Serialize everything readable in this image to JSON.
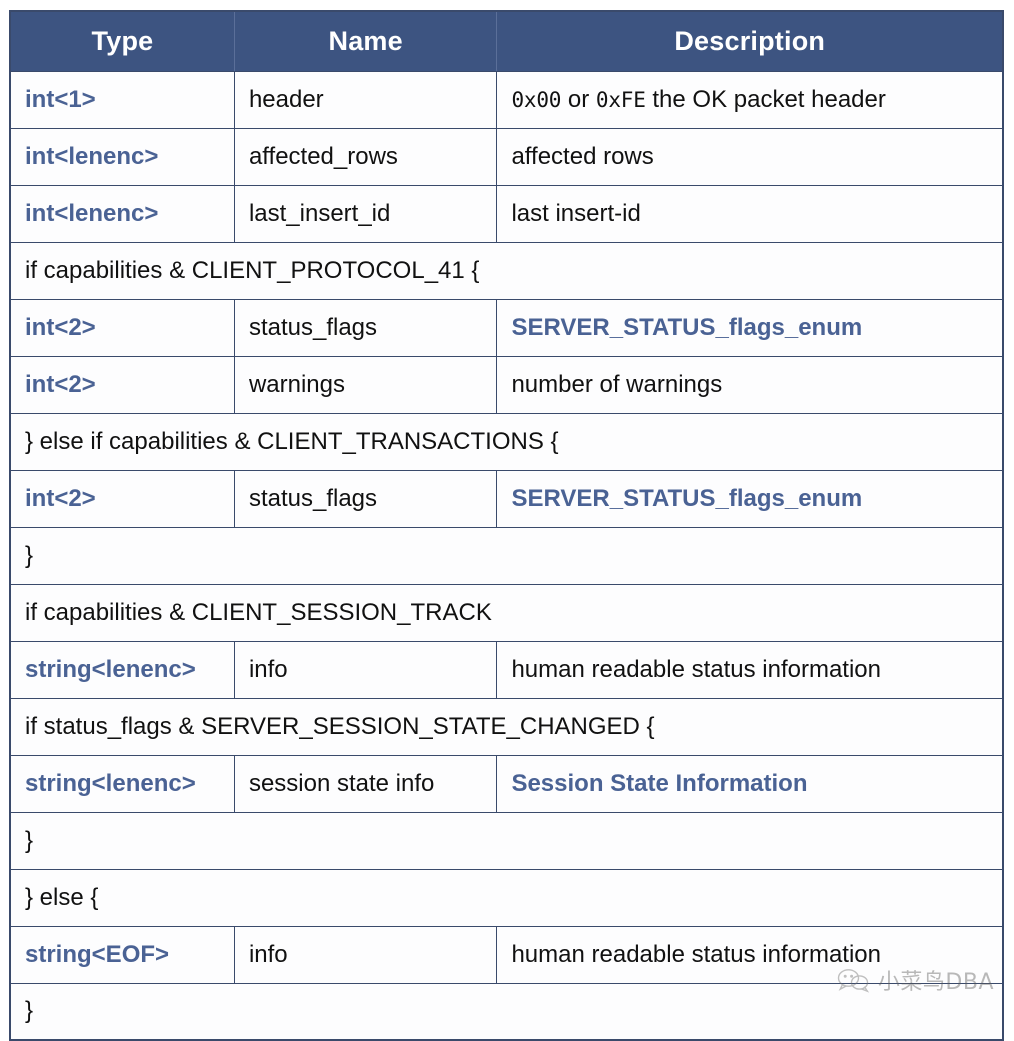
{
  "document": {
    "title": "OK_Packet structure table",
    "table": {
      "name": "ok-packet-fields-table",
      "columns": [
        "Type",
        "Name",
        "Description"
      ],
      "header_bg": "#3d5481",
      "header_fg": "#ffffff",
      "link_color": "#4a6294",
      "border_color": "#3a4a6b",
      "rows": [
        {
          "kind": "field",
          "type": "int<1>",
          "name": "header",
          "desc_parts": [
            {
              "text": "0x00",
              "style": "mono"
            },
            {
              "text": " or ",
              "style": "plain"
            },
            {
              "text": "0xFE",
              "style": "mono"
            },
            {
              "text": " the OK packet header",
              "style": "plain"
            }
          ],
          "desc": "0x00 or 0xFE the OK packet header"
        },
        {
          "kind": "field",
          "type": "int<lenenc>",
          "name": "affected_rows",
          "desc": "affected rows"
        },
        {
          "kind": "field",
          "type": "int<lenenc>",
          "name": "last_insert_id",
          "desc": "last insert-id"
        },
        {
          "kind": "span",
          "text": "if capabilities & CLIENT_PROTOCOL_41 {"
        },
        {
          "kind": "field",
          "type": "int<2>",
          "name": "status_flags",
          "desc": "SERVER_STATUS_flags_enum",
          "desc_link": true
        },
        {
          "kind": "field",
          "type": "int<2>",
          "name": "warnings",
          "desc": "number of warnings"
        },
        {
          "kind": "span",
          "text": "} else if capabilities & CLIENT_TRANSACTIONS {"
        },
        {
          "kind": "field",
          "type": "int<2>",
          "name": "status_flags",
          "desc": "SERVER_STATUS_flags_enum",
          "desc_link": true
        },
        {
          "kind": "span",
          "text": "}"
        },
        {
          "kind": "span",
          "text": "if capabilities & CLIENT_SESSION_TRACK"
        },
        {
          "kind": "field",
          "type": "string<lenenc>",
          "name": "info",
          "desc": "human readable status information"
        },
        {
          "kind": "span",
          "text": "if status_flags & SERVER_SESSION_STATE_CHANGED {"
        },
        {
          "kind": "field",
          "type": "string<lenenc>",
          "name": "session state info",
          "desc": "Session State Information",
          "desc_link": true
        },
        {
          "kind": "span",
          "text": "}"
        },
        {
          "kind": "span",
          "text": "} else {"
        },
        {
          "kind": "field",
          "type": "string<EOF>",
          "name": "info",
          "desc": "human readable status information"
        },
        {
          "kind": "span",
          "text": "}"
        }
      ]
    }
  },
  "watermark": {
    "text": "小菜鸟DBA",
    "icon": "wechat-bubble-icon"
  }
}
